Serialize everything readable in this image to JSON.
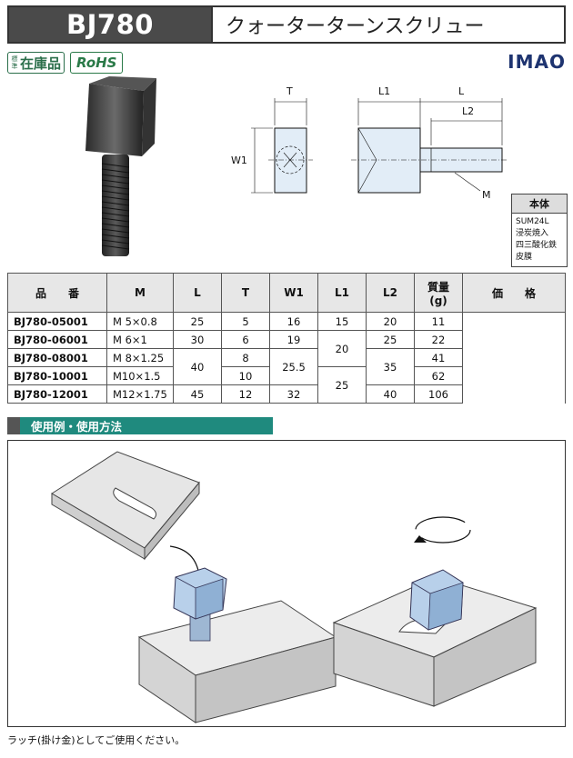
{
  "header": {
    "code": "BJ780",
    "title": "クォーターターンスクリュー"
  },
  "badges": {
    "stock_small": "標準",
    "stock_big": "在庫品",
    "rohs": "RoHS"
  },
  "brand": "IMAO",
  "dimensions": {
    "t": "T",
    "w1": "W1",
    "l1": "L1",
    "l": "L",
    "l2": "L2",
    "m": "M"
  },
  "material": {
    "heading": "本体",
    "lines": [
      "SUM24L",
      "浸炭焼入",
      "四三酸化鉄皮膜"
    ]
  },
  "table": {
    "headers": {
      "part": "品　　番",
      "m": "M",
      "l": "L",
      "t": "T",
      "w1": "W1",
      "l1": "L1",
      "l2": "L2",
      "mass": "質量",
      "mass_unit": "(g)",
      "price": "価　　格"
    },
    "rows": [
      {
        "part": "BJ780-05001",
        "m": "M 5×0.8",
        "l": "25",
        "t": "5",
        "w1": "16",
        "l1": "15",
        "l2": "20",
        "mass": "11"
      },
      {
        "part": "BJ780-06001",
        "m": "M 6×1",
        "l": "30",
        "t": "6",
        "w1": "19",
        "l1": "20",
        "l2": "25",
        "mass": "22"
      },
      {
        "part": "BJ780-08001",
        "m": "M 8×1.25",
        "l": "40",
        "t": "8",
        "w1": "25.5",
        "l1": "",
        "l2": "35",
        "mass": "41"
      },
      {
        "part": "BJ780-10001",
        "m": "M10×1.5",
        "l": "",
        "t": "10",
        "w1": "",
        "l1": "25",
        "l2": "",
        "mass": "62"
      },
      {
        "part": "BJ780-12001",
        "m": "M12×1.75",
        "l": "45",
        "t": "12",
        "w1": "32",
        "l1": "",
        "l2": "40",
        "mass": "106"
      }
    ]
  },
  "section_title": "使用例・使用方法",
  "note": "ラッチ(掛け金)としてご使用ください。"
}
